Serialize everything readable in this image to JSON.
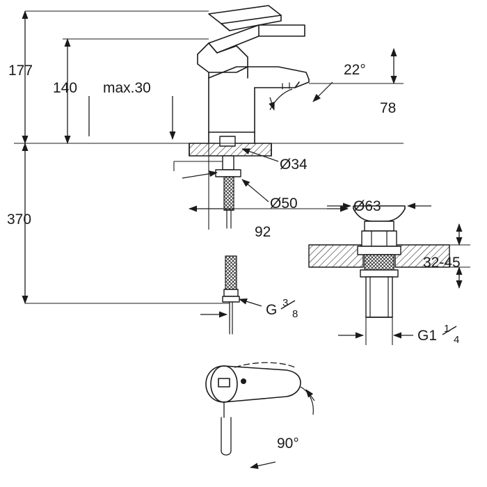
{
  "diagram": {
    "title": "Faucet technical dimension drawing",
    "stroke_color": "#1a1a1a",
    "hatch_color": "#1a1a1a",
    "dimensions": {
      "total_height_above": "177",
      "spout_height": "140",
      "max_thickness": "max.30",
      "projection": "78",
      "spout_angle": "22°",
      "lower_height": "370",
      "hole_dia_34": "Ø34",
      "base_dia_50": "Ø50",
      "reach_92": "92",
      "waste_dia_63": "Ø63",
      "waste_thickness": "32-45",
      "hose_thread": "G",
      "hose_thread_num": "3",
      "hose_thread_den": "8",
      "waste_thread": "G1",
      "waste_thread_num": "1",
      "waste_thread_den": "4",
      "handle_angle": "90°"
    }
  }
}
